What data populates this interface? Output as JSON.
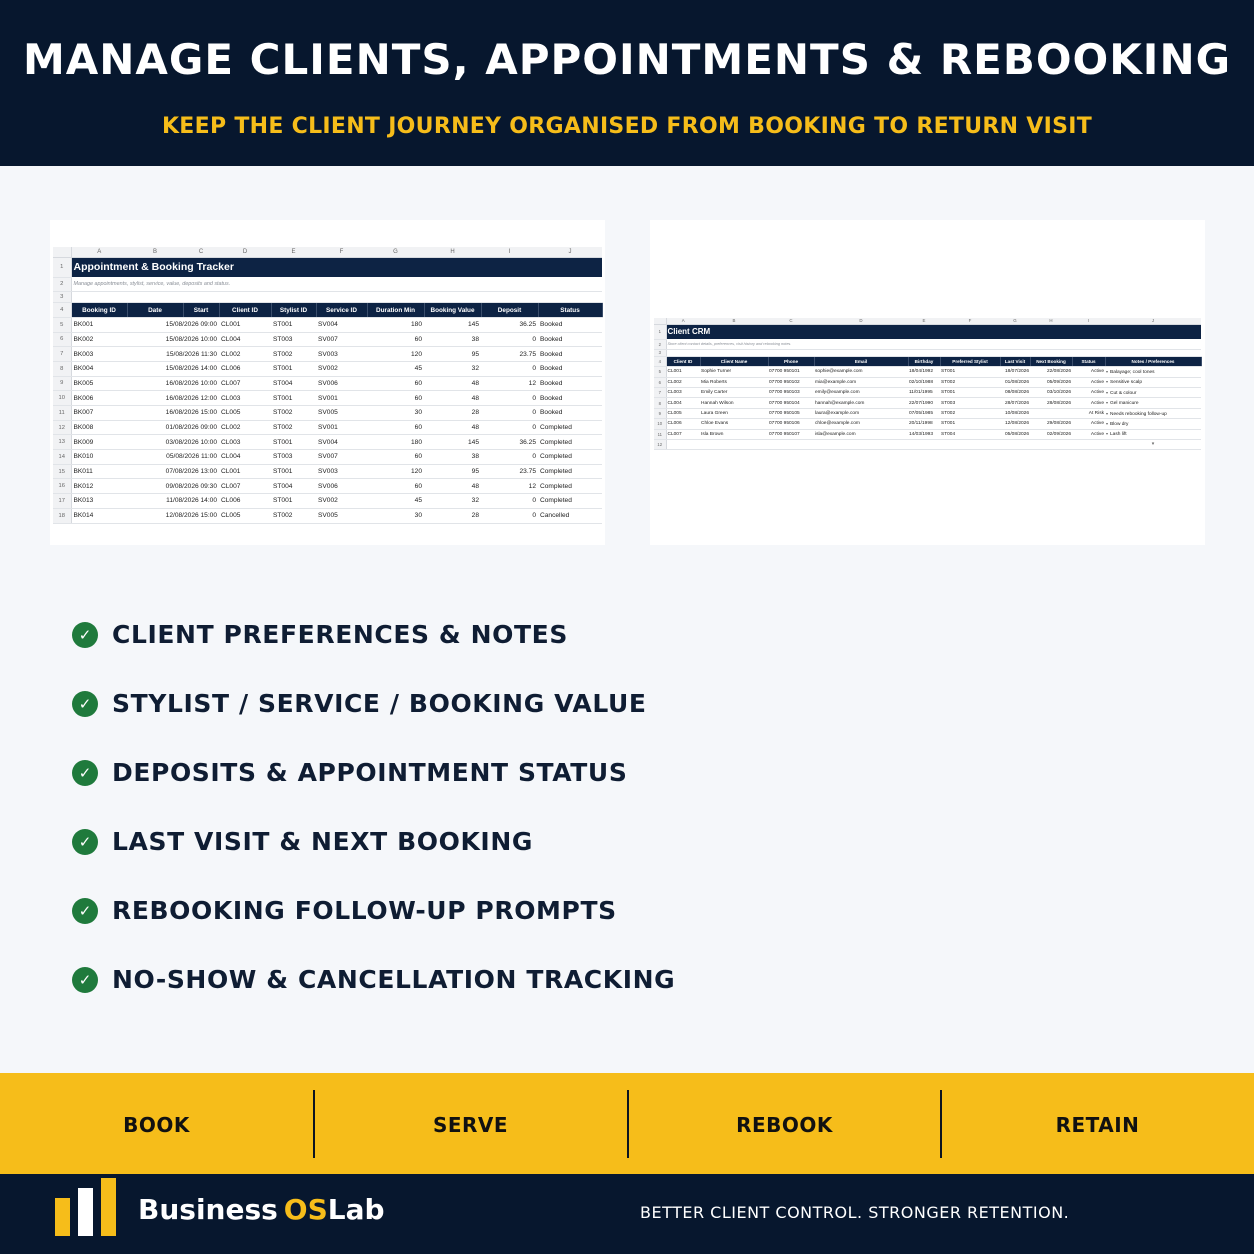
{
  "header": {
    "title": "MANAGE CLIENTS, APPOINTMENTS & REBOOKING",
    "subtitle": "KEEP THE CLIENT JOURNEY ORGANISED FROM BOOKING TO RETURN VISIT"
  },
  "booking_sheet": {
    "title": "Appointment & Booking Tracker",
    "subtitle": "Manage appointments, stylist, service, value, deposits and status.",
    "columns": [
      "A",
      "B",
      "C",
      "D",
      "E",
      "F",
      "G",
      "H",
      "I",
      "J"
    ],
    "header_row_numbers": [
      "1",
      "2",
      "3",
      "4"
    ],
    "headers": [
      "Booking ID",
      "Date",
      "Start",
      "Client ID",
      "Stylist ID",
      "Service ID",
      "Duration Min",
      "Booking Value",
      "Deposit",
      "Status"
    ],
    "rows": [
      {
        "rn": "5",
        "id": "BK001",
        "date": "15/08/2026 09:00",
        "client": "CL001",
        "stylist": "ST001",
        "service": "SV004",
        "dur": "180",
        "value": "145",
        "deposit": "36.25",
        "status": "Booked"
      },
      {
        "rn": "6",
        "id": "BK002",
        "date": "15/08/2026 10:00",
        "client": "CL004",
        "stylist": "ST003",
        "service": "SV007",
        "dur": "60",
        "value": "38",
        "deposit": "0",
        "status": "Booked"
      },
      {
        "rn": "7",
        "id": "BK003",
        "date": "15/08/2026 11:30",
        "client": "CL002",
        "stylist": "ST002",
        "service": "SV003",
        "dur": "120",
        "value": "95",
        "deposit": "23.75",
        "status": "Booked"
      },
      {
        "rn": "8",
        "id": "BK004",
        "date": "15/08/2026 14:00",
        "client": "CL006",
        "stylist": "ST001",
        "service": "SV002",
        "dur": "45",
        "value": "32",
        "deposit": "0",
        "status": "Booked"
      },
      {
        "rn": "9",
        "id": "BK005",
        "date": "16/08/2026 10:00",
        "client": "CL007",
        "stylist": "ST004",
        "service": "SV006",
        "dur": "60",
        "value": "48",
        "deposit": "12",
        "status": "Booked"
      },
      {
        "rn": "10",
        "id": "BK006",
        "date": "16/08/2026 12:00",
        "client": "CL003",
        "stylist": "ST001",
        "service": "SV001",
        "dur": "60",
        "value": "48",
        "deposit": "0",
        "status": "Booked"
      },
      {
        "rn": "11",
        "id": "BK007",
        "date": "16/08/2026 15:00",
        "client": "CL005",
        "stylist": "ST002",
        "service": "SV005",
        "dur": "30",
        "value": "28",
        "deposit": "0",
        "status": "Booked"
      },
      {
        "rn": "12",
        "id": "BK008",
        "date": "01/08/2026 09:00",
        "client": "CL002",
        "stylist": "ST002",
        "service": "SV001",
        "dur": "60",
        "value": "48",
        "deposit": "0",
        "status": "Completed"
      },
      {
        "rn": "13",
        "id": "BK009",
        "date": "03/08/2026 10:00",
        "client": "CL003",
        "stylist": "ST001",
        "service": "SV004",
        "dur": "180",
        "value": "145",
        "deposit": "36.25",
        "status": "Completed"
      },
      {
        "rn": "14",
        "id": "BK010",
        "date": "05/08/2026 11:00",
        "client": "CL004",
        "stylist": "ST003",
        "service": "SV007",
        "dur": "60",
        "value": "38",
        "deposit": "0",
        "status": "Completed"
      },
      {
        "rn": "15",
        "id": "BK011",
        "date": "07/08/2026 13:00",
        "client": "CL001",
        "stylist": "ST001",
        "service": "SV003",
        "dur": "120",
        "value": "95",
        "deposit": "23.75",
        "status": "Completed"
      },
      {
        "rn": "16",
        "id": "BK012",
        "date": "09/08/2026 09:30",
        "client": "CL007",
        "stylist": "ST004",
        "service": "SV006",
        "dur": "60",
        "value": "48",
        "deposit": "12",
        "status": "Completed"
      },
      {
        "rn": "17",
        "id": "BK013",
        "date": "11/08/2026 14:00",
        "client": "CL006",
        "stylist": "ST001",
        "service": "SV002",
        "dur": "45",
        "value": "32",
        "deposit": "0",
        "status": "Completed"
      },
      {
        "rn": "18",
        "id": "BK014",
        "date": "12/08/2026 15:00",
        "client": "CL005",
        "stylist": "ST002",
        "service": "SV005",
        "dur": "30",
        "value": "28",
        "deposit": "0",
        "status": "Cancelled"
      }
    ]
  },
  "crm_sheet": {
    "title": "Client CRM",
    "subtitle": "Store client contact details, preferences, visit history and rebooking notes.",
    "columns": [
      "A",
      "B",
      "C",
      "D",
      "E",
      "F",
      "G",
      "H",
      "I",
      "J"
    ],
    "header_row_numbers": [
      "1",
      "2",
      "3",
      "4"
    ],
    "headers": [
      "Client ID",
      "Client Name",
      "Phone",
      "Email",
      "Birthday",
      "Preferred Stylist",
      "Last Visit",
      "Next Booking",
      "Status",
      "Notes / Preferences"
    ],
    "rows": [
      {
        "rn": "5",
        "id": "CL001",
        "name": "Sophie Turner",
        "phone": "07700 950101",
        "email": "sophie@example.com",
        "birthday": "18/04/1992",
        "stylist": "ST001",
        "last": "18/07/2026",
        "next": "22/08/2026",
        "status": "Active",
        "notes": "Balayage; cool tones"
      },
      {
        "rn": "6",
        "id": "CL002",
        "name": "Mia Roberts",
        "phone": "07700 950102",
        "email": "mia@example.com",
        "birthday": "02/10/1988",
        "stylist": "ST002",
        "last": "01/08/2026",
        "next": "05/09/2026",
        "status": "Active",
        "notes": "Sensitive scalp"
      },
      {
        "rn": "7",
        "id": "CL003",
        "name": "Emily Carter",
        "phone": "07700 950103",
        "email": "emily@example.com",
        "birthday": "11/01/1995",
        "stylist": "ST001",
        "last": "08/08/2026",
        "next": "03/10/2026",
        "status": "Active",
        "notes": "Cut & colour"
      },
      {
        "rn": "8",
        "id": "CL004",
        "name": "Hannah Wilson",
        "phone": "07700 950104",
        "email": "hannah@example.com",
        "birthday": "22/07/1990",
        "stylist": "ST003",
        "last": "28/07/2026",
        "next": "28/08/2026",
        "status": "Active",
        "notes": "Gel manicure"
      },
      {
        "rn": "9",
        "id": "CL005",
        "name": "Laura Green",
        "phone": "07700 950105",
        "email": "laura@example.com",
        "birthday": "07/05/1985",
        "stylist": "ST002",
        "last": "10/08/2026",
        "next": "",
        "status": "At Risk",
        "notes": "Needs rebooking follow-up"
      },
      {
        "rn": "10",
        "id": "CL006",
        "name": "Chloe Evans",
        "phone": "07700 950106",
        "email": "chloe@example.com",
        "birthday": "20/11/1998",
        "stylist": "ST001",
        "last": "12/08/2026",
        "next": "29/08/2026",
        "status": "Active",
        "notes": "Blow dry"
      },
      {
        "rn": "11",
        "id": "CL007",
        "name": "Isla Brown",
        "phone": "07700 950107",
        "email": "isla@example.com",
        "birthday": "14/03/1993",
        "stylist": "ST004",
        "last": "05/08/2026",
        "next": "02/09/2026",
        "status": "Active",
        "notes": "Lash lift"
      }
    ],
    "empty_row_number": "12"
  },
  "features": [
    "CLIENT PREFERENCES & NOTES",
    "STYLIST / SERVICE / BOOKING VALUE",
    "DEPOSITS & APPOINTMENT STATUS",
    "LAST VISIT & NEXT BOOKING",
    "REBOOKING FOLLOW-UP PROMPTS",
    "NO-SHOW & CANCELLATION TRACKING"
  ],
  "check_glyph": "✓",
  "dropdown_glyph": "▾",
  "band": [
    "BOOK",
    "SERVE",
    "REBOOK",
    "RETAIN"
  ],
  "footer": {
    "brand_part1": "Business",
    "brand_part2": "OS",
    "brand_part3": "Lab",
    "tagline": "BETTER CLIENT CONTROL. STRONGER RETENTION."
  },
  "colors": {
    "navy": "#07172e",
    "table_header": "#0d2344",
    "accent_yellow": "#f6bd1a",
    "check_green": "#1f7a3c",
    "white": "#ffffff"
  }
}
